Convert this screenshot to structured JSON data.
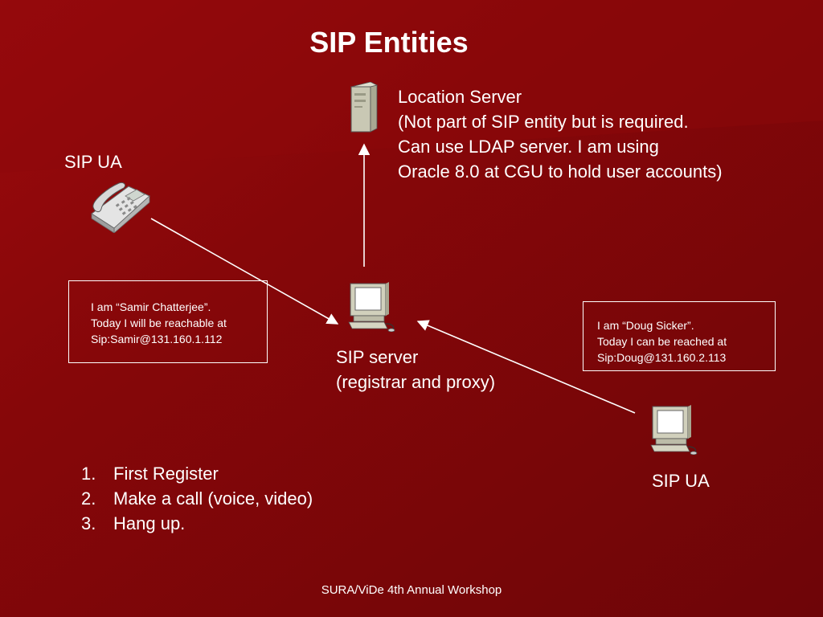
{
  "title": "SIP Entities",
  "location_server": {
    "lines": [
      "Location Server",
      "(Not part of SIP entity but is required.",
      "Can use LDAP server. I am using",
      "Oracle 8.0 at CGU to hold user accounts)"
    ]
  },
  "sip_ua_left": {
    "label": "SIP UA"
  },
  "sip_ua_right": {
    "label": "SIP UA"
  },
  "sip_server": {
    "lines": [
      "SIP server",
      "(registrar and proxy)"
    ]
  },
  "note_left": {
    "lines": [
      "I am “Samir Chatterjee”.",
      "Today I will be reachable at",
      "Sip:Samir@131.160.1.112"
    ]
  },
  "note_right": {
    "lines": [
      "I am “Doug Sicker”.",
      "Today I can be reached at",
      "Sip:Doug@131.160.2.113"
    ]
  },
  "steps": [
    {
      "num": "1.",
      "text": "First Register"
    },
    {
      "num": "2.",
      "text": "Make a call (voice, video)"
    },
    {
      "num": "3.",
      "text": "Hang up."
    }
  ],
  "footer": "SURA/ViDe 4th Annual Workshop",
  "icons": {
    "server": "server-tower-icon",
    "phone": "desk-phone-icon",
    "computer": "desktop-computer-icon"
  },
  "colors": {
    "background_dark": "#7a0508",
    "background_light": "#9a0b10",
    "text": "#ffffff"
  }
}
